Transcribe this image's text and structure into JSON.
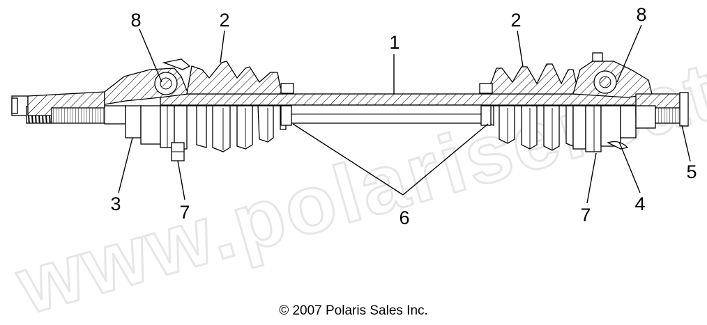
{
  "callouts": {
    "c1": "1",
    "c2_left": "2",
    "c2_right": "2",
    "c3": "3",
    "c4": "4",
    "c5": "5",
    "c6": "6",
    "c7_left": "7",
    "c7_right": "7",
    "c8_left": "8",
    "c8_right": "8"
  },
  "copyright": "© 2007 Polaris Sales Inc.",
  "watermark": "www.polarisersatzteile.de"
}
